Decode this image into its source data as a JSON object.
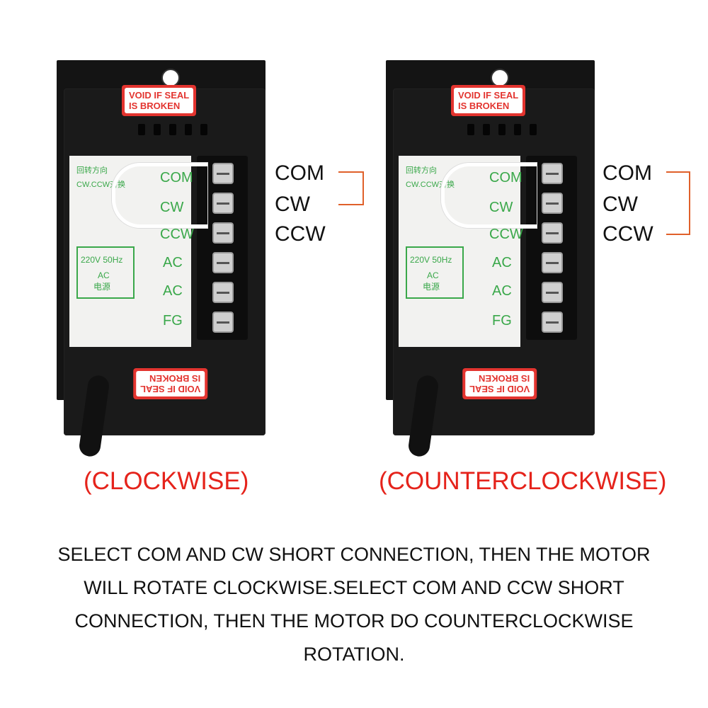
{
  "units": [
    {
      "seal_top": [
        "VOID IF SEAL",
        "IS BROKEN"
      ],
      "seal_bottom": [
        "VOID IF SEAL",
        "IS BROKEN"
      ],
      "panel": {
        "chinese_header": "回转方向",
        "cw_ccw_text": "CW.CCW对换",
        "labels": [
          "COM",
          "CW",
          "CCW",
          "AC",
          "AC",
          "FG"
        ],
        "power": {
          "voltage": "220V 50Hz",
          "ac": "AC",
          "source": "电源"
        }
      },
      "terminal_labels": [
        "COM",
        "CW",
        "CCW"
      ],
      "caption": "(CLOCKWISE)"
    },
    {
      "seal_top": [
        "VOID IF SEAL",
        "IS BROKEN"
      ],
      "seal_bottom": [
        "VOID IF SEAL",
        "IS BROKEN"
      ],
      "panel": {
        "chinese_header": "回转方向",
        "cw_ccw_text": "CW.CCW对换",
        "labels": [
          "COM",
          "CW",
          "CCW",
          "AC",
          "AC",
          "FG"
        ],
        "power": {
          "voltage": "220V 50Hz",
          "ac": "AC",
          "source": "电源"
        }
      },
      "terminal_labels": [
        "COM",
        "CW",
        "CCW"
      ],
      "caption": "(COUNTERCLOCKWISE)"
    }
  ],
  "instructions": "SELECT COM AND CW SHORT CONNECTION, THEN THE MOTOR WILL ROTATE CLOCKWISE.SELECT COM AND CCW SHORT CONNECTION, THEN THE MOTOR DO COUNTERCLOCKWISE ROTATION.",
  "colors": {
    "caption": "#e5231b",
    "bracket": "#e0602a",
    "panel_print": "#3aa84a",
    "seal": "#e3342f"
  }
}
